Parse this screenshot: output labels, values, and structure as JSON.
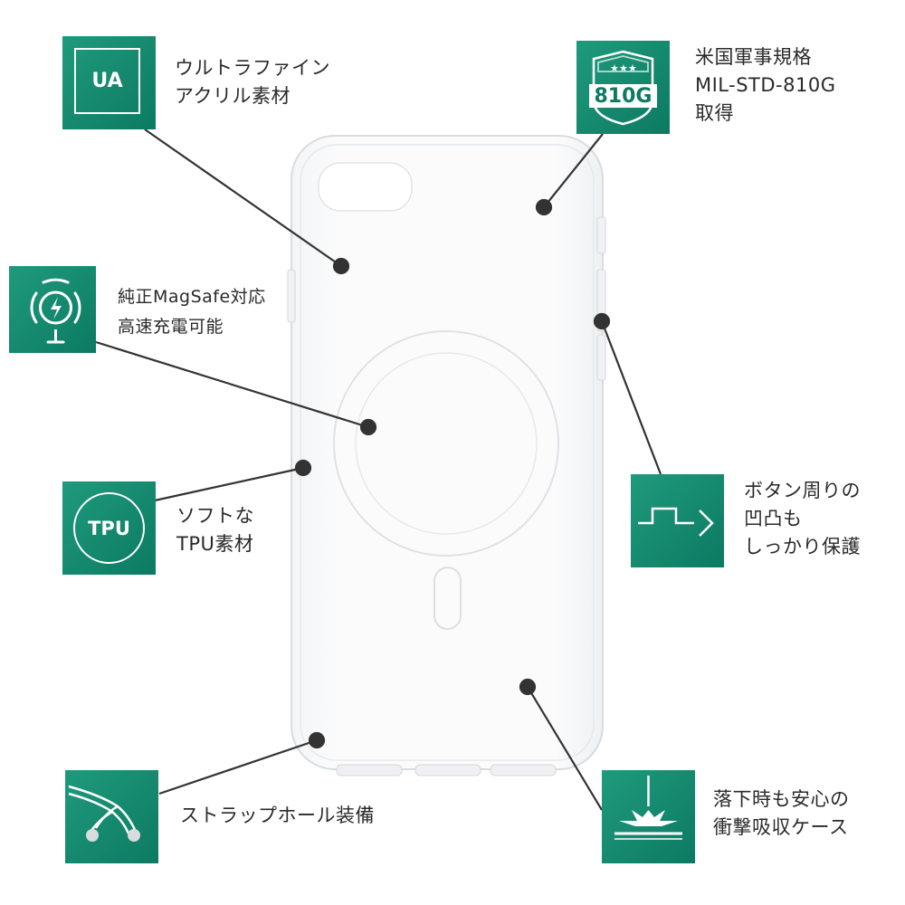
{
  "features": {
    "ua": {
      "badge_text": "UA",
      "lines": [
        "ウルトラファイン",
        "アクリル素材"
      ],
      "icon": "ua-icon"
    },
    "mil": {
      "badge_text": "810G",
      "lines": [
        "米国軍事規格",
        "MIL-STD-810G",
        "取得"
      ],
      "icon": "military-shield-icon"
    },
    "magsafe": {
      "lines": [
        "純正MagSafe対応",
        "高速充電可能"
      ],
      "icon": "wireless-charging-icon"
    },
    "tpu": {
      "badge_text": "TPU",
      "lines": [
        "ソフトな",
        "TPU素材"
      ],
      "icon": "tpu-icon"
    },
    "button": {
      "lines": [
        "ボタン周りの",
        "凹凸も",
        "しっかり保護"
      ],
      "icon": "raised-edge-arrow-icon"
    },
    "strap": {
      "lines": [
        "ストラップホール装備"
      ],
      "icon": "strap-hole-icon"
    },
    "drop": {
      "lines": [
        "落下時も安心の",
        "衝撃吸収ケース"
      ],
      "icon": "impact-absorption-icon"
    }
  },
  "colors": {
    "badge": "#0f8068",
    "badge_light": "#1f9a7c",
    "leader": "#333333",
    "case_outline": "#d6dadd"
  }
}
